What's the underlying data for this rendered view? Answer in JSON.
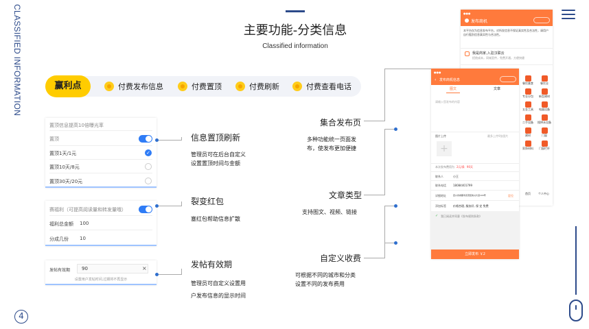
{
  "side_label": "CLASSIFIED INFORMATION",
  "header": {
    "title": "主要功能-分类信息",
    "subtitle": "Classified information"
  },
  "features": {
    "pill": "赢利点",
    "items": [
      "付费发布信息",
      "付费置顶",
      "付费刷新",
      "付费查看电话"
    ]
  },
  "card1": {
    "top_note": "置顶信息提高10倍曝光率",
    "label": "置顶",
    "options": [
      "置顶1天/1元",
      "置顶10天/8元",
      "置顶30天/20元"
    ]
  },
  "card2": {
    "label": "赛福利（可提高阅读量和转发量哦）",
    "total_label": "福利总金额",
    "total_value": "100",
    "parts_label": "分成几份",
    "parts_value": "10"
  },
  "card3": {
    "label": "发帖有效期",
    "value": "90",
    "clear": "×",
    "note": "设置用户发帖时间,过期将不再显示"
  },
  "left_sections": [
    {
      "title": "信息置顶刷新",
      "desc": [
        "管理员可在后台自定义",
        "设置置顶时间与金额"
      ]
    },
    {
      "title": "裂变红包",
      "desc": [
        "塞红包帮助信息扩散"
      ]
    },
    {
      "title": "发帖有效期",
      "desc": [
        "管理员可自定义设置用",
        "户发布信息的显示时间"
      ]
    }
  ],
  "right_sections": [
    {
      "title": "集合发布页",
      "desc": [
        "多种功能统一页面发",
        "布，使发布更加便捷"
      ]
    },
    {
      "title": "文章类型",
      "desc": [
        "支持图文、视频、链接"
      ]
    },
    {
      "title": "自定义收费",
      "desc": [
        "可根据不同的城市和分类",
        "设置不同的发布费用"
      ]
    }
  ],
  "phone_back": {
    "header": "发布商机",
    "notice": "本平台仅为信息发布平台，对所发信息不保证真实性及合法性，请用户自行甄别信息真实性与合法性。",
    "item_title": "我是商家,入驻汉联云",
    "item_desc": "招揽成本，同城宣传，免费开通，方便快捷",
    "categories": [
      "餐饮美食",
      "餐饮业",
      "专业分包",
      "新型建材",
      "五金工具",
      "电器设备",
      "二手设备",
      "搜择永设备",
      "建材",
      "门窗",
      "家饰材料",
      "门窗栏杆"
    ],
    "bottom_nav": [
      "首页",
      "个人中心"
    ]
  },
  "phone_front": {
    "header": "发布商机信息",
    "tabs": [
      "图文",
      "文章"
    ],
    "placeholder": "请输入您发布的内容",
    "image_label": "图片上传",
    "image_hint": "最多上传9张图片",
    "fee_label": "本次发布费用为",
    "fee_value": "2元/条",
    "fee_time": "90天",
    "contact_label": "联系人",
    "contact_value": "小王",
    "phone_label": "联系电话",
    "phone_value": "18084401799",
    "addr_label": "详细地址",
    "addr_value": "四川省成都市双流区新兴大道100号",
    "addr_action": "定位",
    "tag_label": "添加标签",
    "tags": "价格合理, 服务好, 保 定 免费",
    "agree": "我已阅读并同意《发布规则条款》",
    "submit": "立即发布 ￥2"
  },
  "page_number": "4"
}
